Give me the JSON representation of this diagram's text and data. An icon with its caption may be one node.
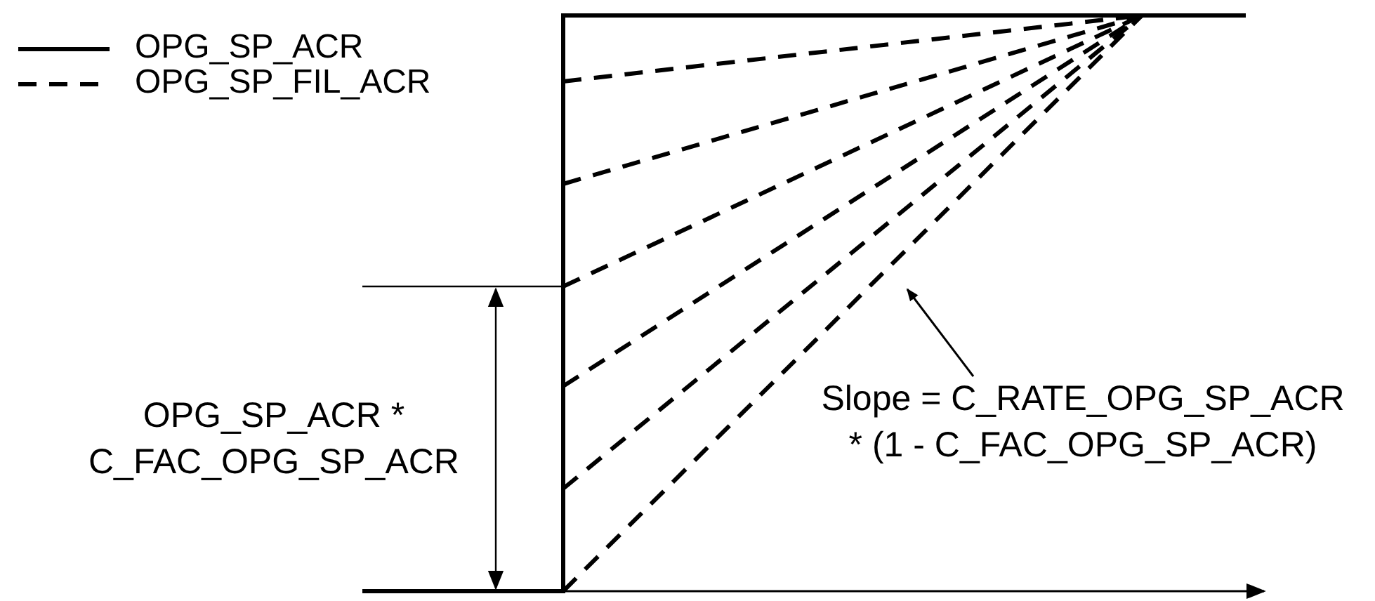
{
  "diagram": {
    "nodes": [
      {
        "text": [
          "Slope = C_RATE_OPG_SP_ACR * (1 - C_FAC_OPG_SP_ACR)"
        ]
      },
      {
        "text": [],
        "shape": "line"
      }
    ],
    "edges": [
      {
        "from": 0,
        "to": 1,
        "arrow": "to"
      }
    ],
    "labels": [
      "OPG_SP_ACR * C_FAC_OPG_SP_ACR"
    ],
    "legend": [
      {
        "text": "OPG_SP_ACR"
      },
      {
        "text": "OPG_SP_FIL_ACR"
      }
    ]
  }
}
